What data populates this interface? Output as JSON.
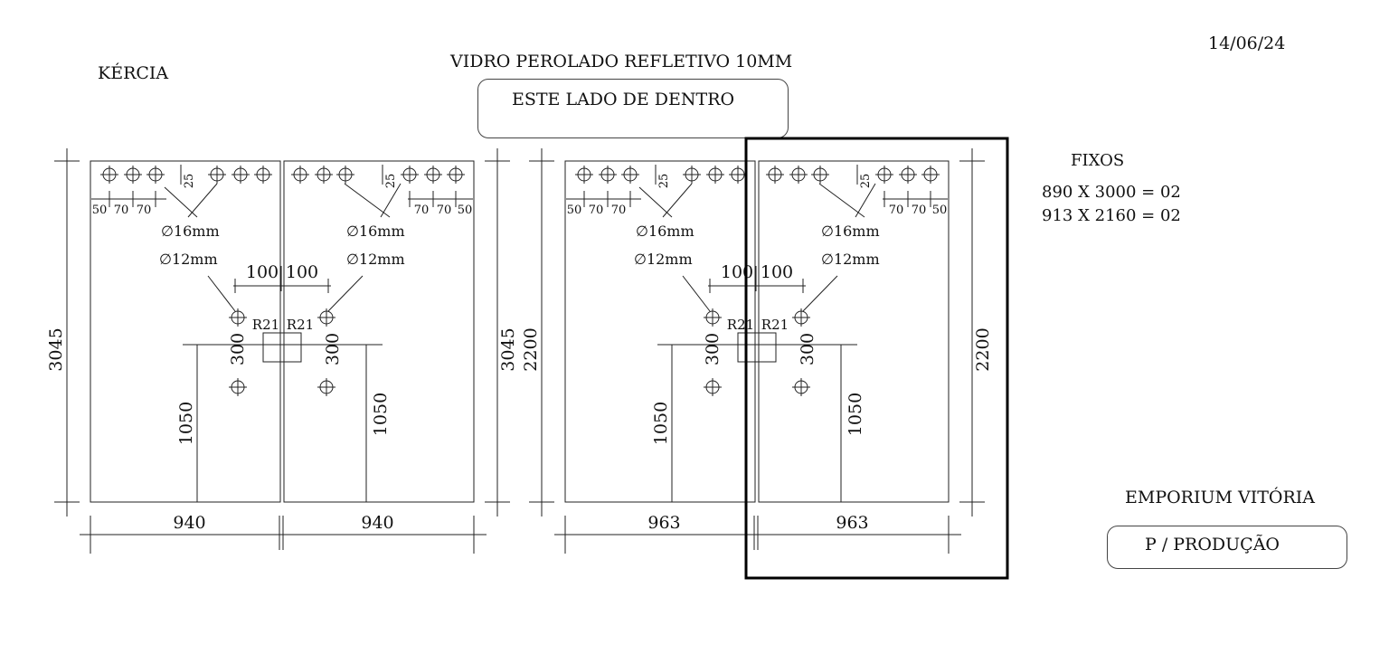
{
  "header": {
    "client": "KÉRCIA",
    "title": "VIDRO PEROLADO REFLETIVO 10MM",
    "side_note": "ESTE LADO DE DENTRO",
    "date": "14/06/24"
  },
  "fixos": {
    "label": "FIXOS",
    "lines": [
      "890 X 3000 = 02",
      "913 X 2160 = 02"
    ]
  },
  "footer": {
    "company": "EMPORIUM VITÓRIA",
    "stamp": "P / PRODUÇÃO"
  },
  "panels": [
    {
      "width_label": "940",
      "height_label": "3045",
      "hole_height": "1050",
      "offset_label": "100",
      "radius_label": "R21",
      "spacing_label": "300",
      "hole_big": "∅16mm",
      "hole_small": "∅12mm",
      "top_offset": "25",
      "edge_offsets": [
        "50",
        "70",
        "70"
      ]
    },
    {
      "width_label": "940",
      "height_label": "3045",
      "hole_height": "1050",
      "offset_label": "100",
      "radius_label": "R21",
      "spacing_label": "300",
      "hole_big": "∅16mm",
      "hole_small": "∅12mm",
      "top_offset": "25",
      "edge_offsets": [
        "70",
        "70",
        "50"
      ]
    },
    {
      "width_label": "963",
      "height_label": "2200",
      "hole_height": "1050",
      "offset_label": "100",
      "radius_label": "R21",
      "spacing_label": "300",
      "hole_big": "∅16mm",
      "hole_small": "∅12mm",
      "top_offset": "25",
      "edge_offsets": [
        "50",
        "70",
        "70"
      ]
    },
    {
      "width_label": "963",
      "height_label": "2200",
      "hole_height": "1050",
      "offset_label": "100",
      "radius_label": "R21",
      "spacing_label": "300",
      "hole_big": "∅16mm",
      "hole_small": "∅12mm",
      "top_offset": "25",
      "edge_offsets": [
        "70",
        "70",
        "50"
      ]
    }
  ]
}
